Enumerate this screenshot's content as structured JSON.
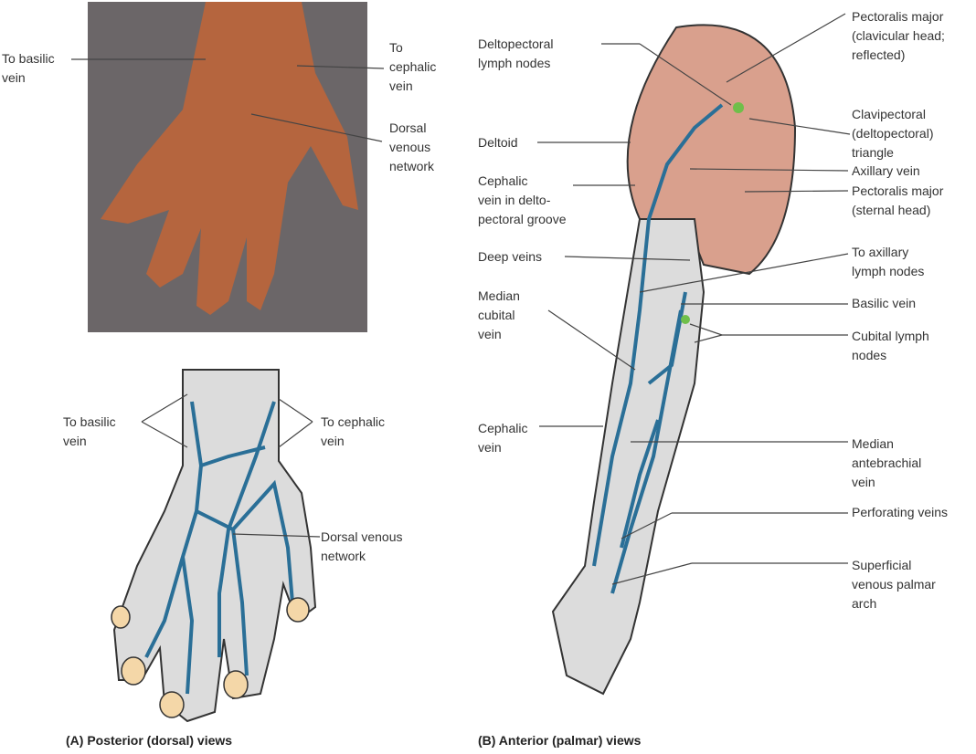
{
  "panel_a": {
    "caption": "(A) Posterior (dorsal) views",
    "photo_labels": {
      "to_basilic": "To basilic\nvein",
      "to_cephalic": "To\ncephalic\nvein",
      "dorsal_network": "Dorsal\nvenous\nnetwork"
    },
    "drawing_labels": {
      "to_basilic": "To basilic\nvein",
      "to_cephalic": "To cephalic\nvein",
      "dorsal_network": "Dorsal venous\nnetwork"
    }
  },
  "panel_b": {
    "caption": "(B) Anterior (palmar) views",
    "left_labels": {
      "deltopectoral_nodes": "Deltopectoral\nlymph nodes",
      "deltoid": "Deltoid",
      "cephalic_groove": "Cephalic\nvein in delto-\npectoral groove",
      "deep_veins": "Deep veins",
      "median_cubital": "Median\ncubital\nvein",
      "cephalic_vein": "Cephalic\nvein"
    },
    "right_labels": {
      "pec_clavicular": "Pectoralis major\n(clavicular head;\nreflected)",
      "clavipectoral": "Clavipectoral\n(deltopectoral)\ntriangle",
      "axillary_vein": "Axillary vein",
      "pec_sternal": "Pectoralis major\n(sternal head)",
      "to_axillary_nodes": "To axillary\nlymph nodes",
      "basilic_vein": "Basilic vein",
      "cubital_nodes": "Cubital lymph\nnodes",
      "median_antebrachial": "Median\nantebrachial\nvein",
      "perforating": "Perforating veins",
      "palmar_arch": "Superficial\nvenous palmar\narch"
    }
  },
  "colors": {
    "vein_blue": "#2a6f97",
    "photo_bg": "#6b6668",
    "skin_photo": "#b5653e",
    "muscle": "#d9a08d",
    "skin_drawing": "#dcdcdc",
    "lymph_green": "#6fbf4a",
    "nail": "#f4d7a8"
  }
}
